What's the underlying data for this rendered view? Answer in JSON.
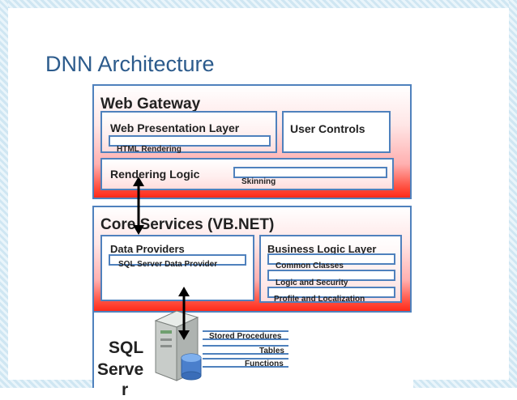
{
  "title": "DNN Architecture",
  "web_gateway": {
    "title": "Web Gateway",
    "web_presentation_layer": "Web Presentation Layer",
    "html_rendering": "HTML Rendering",
    "user_controls": "User Controls",
    "rendering_logic": "Rendering Logic",
    "skinning": "Skinning"
  },
  "core_services": {
    "title": "Core Services (VB.NET)",
    "data_providers": "Data Providers",
    "sql_server_data_provider": "SQL Server Data Provider",
    "business_logic_layer": "Business Logic Layer",
    "common_classes": "Common Classes",
    "logic_and_security": "Logic and Security",
    "profile_and_localization": "Profile and Localization"
  },
  "sql_server": {
    "line1": "SQL",
    "line2": "Serve",
    "line3": "r",
    "stored_procedures": "Stored Procedures",
    "tables": "Tables",
    "functions": "Functions"
  },
  "colors": {
    "border": "#4f81bd",
    "title": "#2c5b8c",
    "gradient_bottom": "#ff2a1a"
  }
}
